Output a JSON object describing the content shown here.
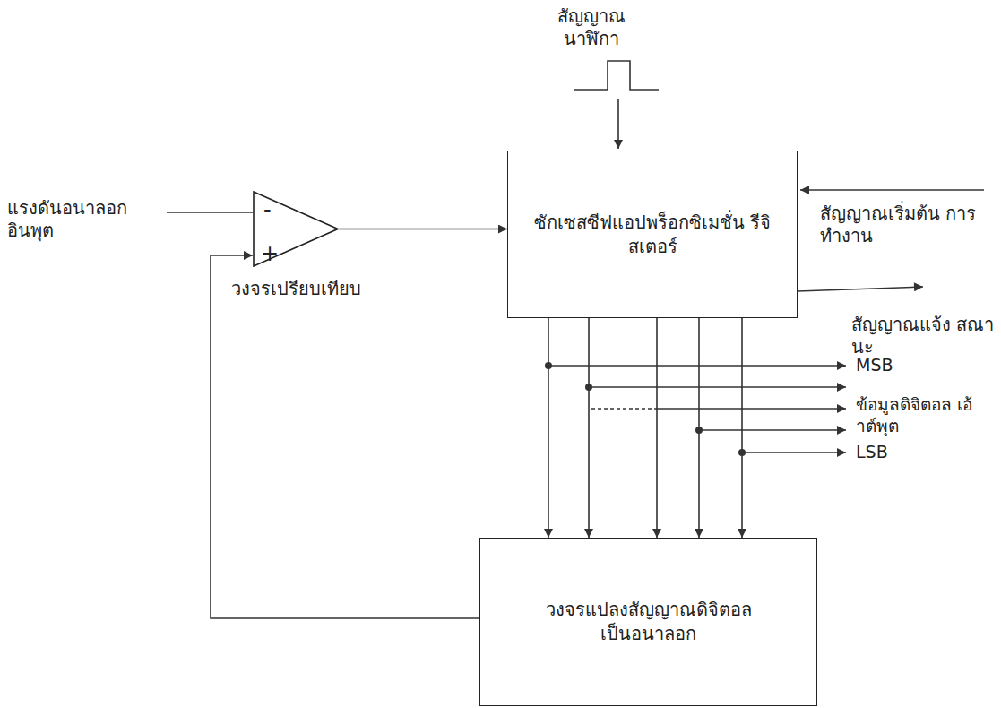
{
  "diagram": {
    "nodes": [
      {
        "text": [
          "วงจรเปรียบเทียบ"
        ]
      },
      {
        "text": [
          "ซักเซสซีฟแอปพร็อกซิเมชั่น รีจิสเตอร์"
        ]
      },
      {
        "text": [
          "วงจรแปลงสัญญาณดิจิตอล เป็นอนาลอก"
        ]
      }
    ],
    "edges": [
      {
        "from": 0,
        "to": 1,
        "arrow": "to"
      },
      {
        "from": 1,
        "to": 2,
        "arrow": "to"
      },
      {
        "from": 1,
        "to": 2,
        "arrow": "to"
      },
      {
        "from": 1,
        "to": 2,
        "arrow": "to"
      },
      {
        "from": 1,
        "to": 2,
        "arrow": "to"
      },
      {
        "from": 1,
        "to": 2,
        "arrow": "to"
      },
      {
        "from": 2,
        "to": 0,
        "arrow": "to"
      }
    ],
    "labels": [
      "สัญญาณ นาฬิกา",
      "แรงดันอนาลอก อินพุต",
      "สัญญาณเริ่มต้น การทำงาน",
      "สัญญาณแจ้ง สณานะ",
      "MSB",
      "ข้อมูลดิจิตอล เอ้าต์พุต",
      "LSB",
      "-",
      "+"
    ]
  }
}
